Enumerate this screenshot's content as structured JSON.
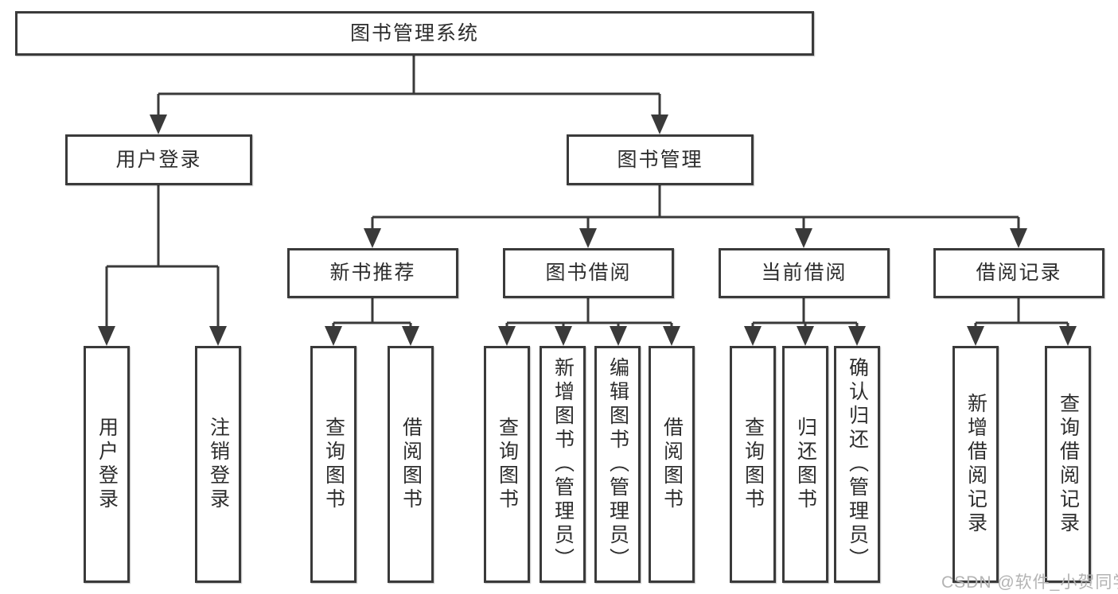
{
  "nodes": {
    "root": "图书管理系统",
    "level1": {
      "user_login": "用户登录",
      "book_management": "图书管理"
    },
    "level2": {
      "new_book_recommend": "新书推荐",
      "book_borrowing": "图书借阅",
      "current_borrowing": "当前借阅",
      "borrowing_records": "借阅记录"
    },
    "leaves": {
      "user_login": "用户登录",
      "logout": "注销登录",
      "recommend_query_books": "查询图书",
      "recommend_borrow_books": "借阅图书",
      "borrowing_query_books": "查询图书",
      "borrowing_add_books": "新增图书（管理员）",
      "borrowing_edit_books": "编辑图书（管理员）",
      "borrowing_borrow_books": "借阅图书",
      "current_query_books": "查询图书",
      "current_return_books": "归还图书",
      "current_confirm_return": "确认归还（管理员）",
      "records_add_record": "新增借阅记录",
      "records_query_record": "查询借阅记录"
    }
  },
  "watermark": "CSDN @软件_小贺同学",
  "colors": {
    "line": "#3a3a3a",
    "node_border": "#3a3a3a",
    "node_fill": "#ffffff",
    "text": "#2d2d2d",
    "watermark": "#b3b3b3",
    "background": "#ffffff"
  }
}
